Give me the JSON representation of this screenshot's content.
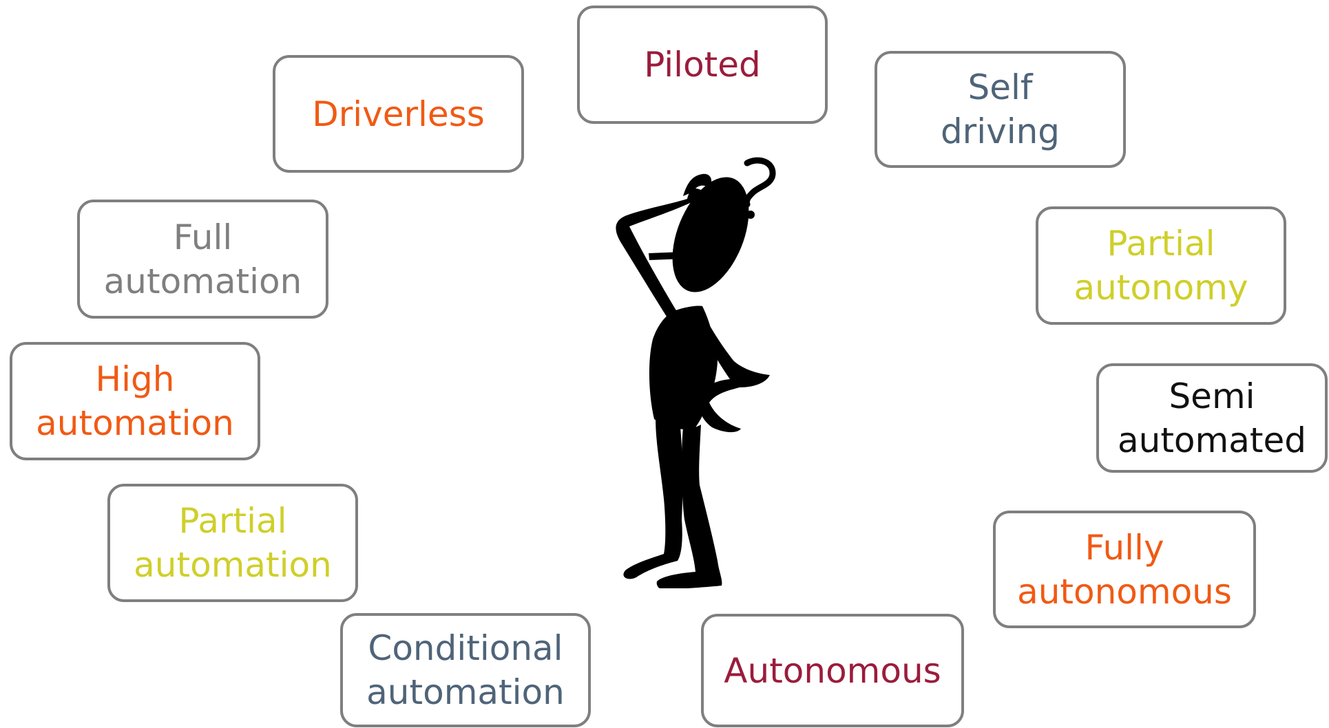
{
  "terms": [
    {
      "id": "piloted",
      "text": "Piloted",
      "color": "#9b1c3c"
    },
    {
      "id": "self-driving",
      "text": "Self\ndriving",
      "color": "#4f6479"
    },
    {
      "id": "driverless",
      "text": "Driverless",
      "color": "#f05a14"
    },
    {
      "id": "full-automation",
      "text": "Full\nautomation",
      "color": "#7f7f7f"
    },
    {
      "id": "partial-autonomy",
      "text": "Partial\nautonomy",
      "color": "#cfcf2a"
    },
    {
      "id": "high-automation",
      "text": "High\nautomation",
      "color": "#f05a14"
    },
    {
      "id": "semi-automated",
      "text": "Semi\nautomated",
      "color": "#111111"
    },
    {
      "id": "partial-automation",
      "text": "Partial\nautomation",
      "color": "#cfcf2a"
    },
    {
      "id": "fully-autonomous",
      "text": "Fully\nautonomous",
      "color": "#f05a14"
    },
    {
      "id": "conditional-automation",
      "text": "Conditional\nautomation",
      "color": "#4f6479"
    },
    {
      "id": "autonomous",
      "text": "Autonomous",
      "color": "#9b1c3c"
    }
  ],
  "figure": {
    "icon": "thinking-stick-figure-icon",
    "question_mark": "?"
  }
}
